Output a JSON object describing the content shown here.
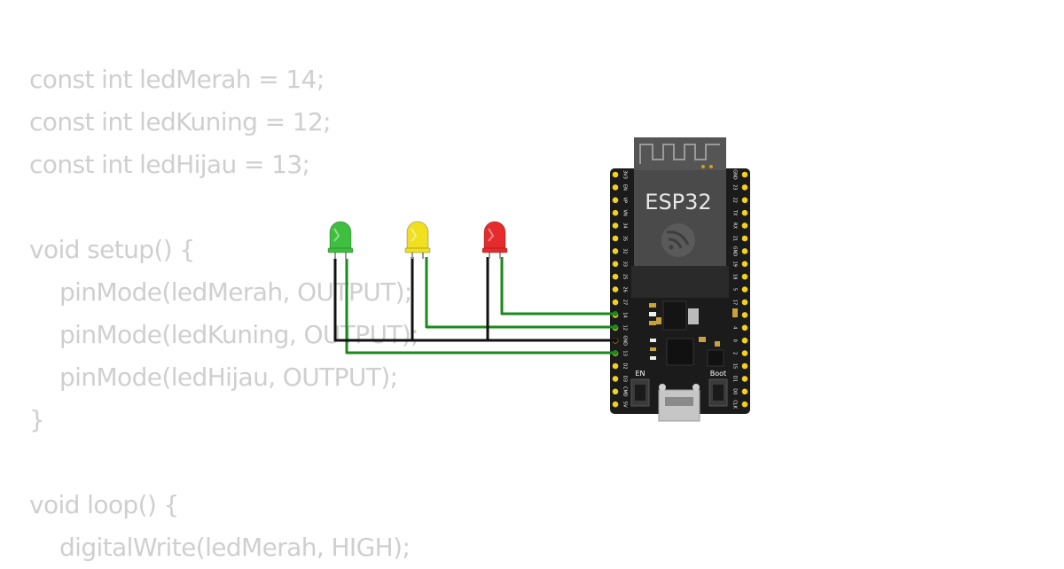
{
  "code_lines": [
    {
      "text": "const int ledMerah = 14;",
      "indent": false
    },
    {
      "text": "const int ledKuning = 12;",
      "indent": false
    },
    {
      "text": "const int ledHijau = 13;",
      "indent": false
    },
    {
      "text": "",
      "indent": false
    },
    {
      "text": "void setup() {",
      "indent": false
    },
    {
      "text": "pinMode(ledMerah, OUTPUT);",
      "indent": true
    },
    {
      "text": "pinMode(ledKuning, OUTPUT);",
      "indent": true
    },
    {
      "text": "pinMode(ledHijau, OUTPUT);",
      "indent": true
    },
    {
      "text": "}",
      "indent": false
    },
    {
      "text": "",
      "indent": false
    },
    {
      "text": "void loop() {",
      "indent": false
    },
    {
      "text": "digitalWrite(ledMerah, HIGH);",
      "indent": true
    }
  ],
  "board": {
    "chip_label": "ESP32",
    "en_label": "EN",
    "boot_label": "Boot",
    "left_pins": [
      "3V3",
      "EN",
      "VP",
      "VN",
      "34",
      "35",
      "32",
      "33",
      "25",
      "26",
      "27",
      "14",
      "12",
      "GND",
      "13",
      "D2",
      "D3",
      "CMD",
      "5V"
    ],
    "right_pins": [
      "GND",
      "23",
      "22",
      "TX",
      "RX",
      "21",
      "GND",
      "19",
      "18",
      "5",
      "17",
      "16",
      "4",
      "0",
      "2",
      "15",
      "D1",
      "D0",
      "CLK"
    ]
  },
  "leds": [
    {
      "name": "green",
      "color": "#3fbf3f"
    },
    {
      "name": "yellow",
      "color": "#f0e020"
    },
    {
      "name": "red",
      "color": "#e52b2b"
    }
  ],
  "colors": {
    "code_text": "#cfcfcf",
    "wire_green": "#1a8a1a",
    "wire_black": "#111111",
    "board": "#1b1b1b",
    "pin_header": "#f2d21c"
  }
}
